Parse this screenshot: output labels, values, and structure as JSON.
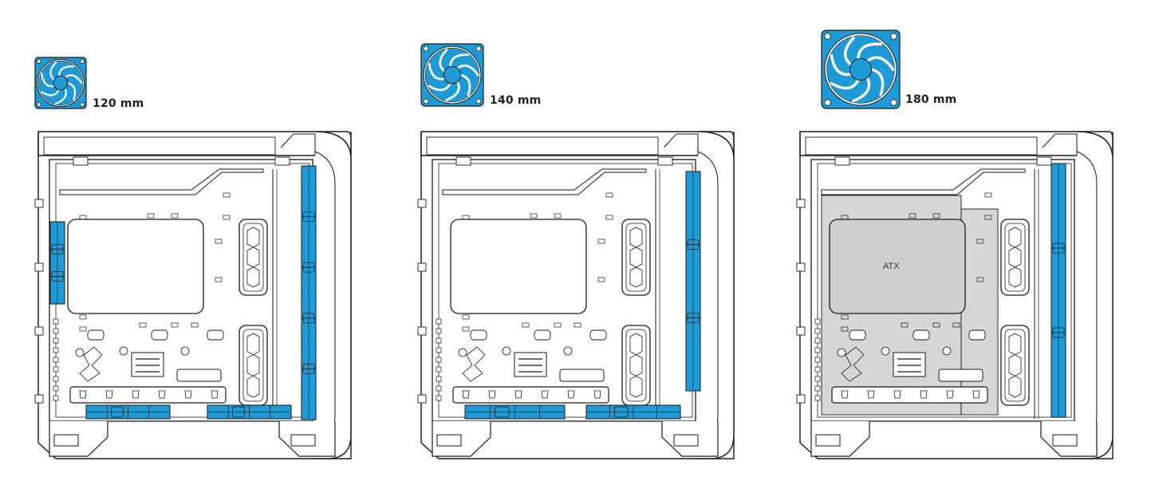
{
  "panels": [
    {
      "id": "p120",
      "size_label": "120 mm",
      "fan_mm": 120
    },
    {
      "id": "p140",
      "size_label": "140 mm",
      "fan_mm": 140
    },
    {
      "id": "p180",
      "size_label": "180 mm",
      "fan_mm": 180,
      "board_label": "ATX"
    }
  ],
  "colors": {
    "fan_blue": "#1e9ad6",
    "fan_dark": "#0f5f88",
    "line": "#1a1a1a",
    "board_gray": "#d6d6d6"
  },
  "icons": [
    "fan-icon",
    "case-side-view"
  ]
}
